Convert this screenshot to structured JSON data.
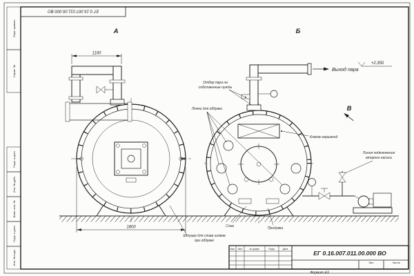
{
  "doc": {
    "number": "ЕГ 0.16.007.011.00.000  ВО",
    "format": "Формат А3"
  },
  "stamp_top": {
    "number": "ЕГ 0.16.007.011.00.000 ВО"
  },
  "views": {
    "a": "А",
    "b": "Б",
    "v": "В"
  },
  "dimensions": {
    "pipe_run": "1100",
    "overall_width": "1800",
    "elevation": "+2,350"
  },
  "callouts": {
    "steam_outlet": "Выход пара",
    "own_needs_line1": "Отбор пара на",
    "own_needs_line2": "собственные нужды",
    "soot_hatches": "Лючки для обдувки",
    "explosion_valve": "Клапан взрывной",
    "pump_line1": "Линия подключения",
    "pump_line2": "второго насоса",
    "drain": "Слив",
    "blowdown": "Продувка",
    "sludge_line1": "Штуцер для слива шлама",
    "sludge_line2": "при обдувке"
  },
  "title_block": {
    "number": "ЕГ 0.16.007.011.00.000  ВО",
    "col_izm": "Изм.",
    "col_list": "Лист",
    "col_doc": "№ докум.",
    "col_podp": "Подп.",
    "col_data": "Дата",
    "sheet_label": "Лист",
    "sheets_label": "Листов"
  },
  "side_strip": {
    "perv": "Перв. примен.",
    "sprav": "Справ. №",
    "podp1": "Подп. и дата",
    "inv_dubl": "Инв. № дубл.",
    "vzam": "Взам. инв. №",
    "podp2": "Подп. и дата",
    "inv_podl": "Инв. № подл."
  }
}
